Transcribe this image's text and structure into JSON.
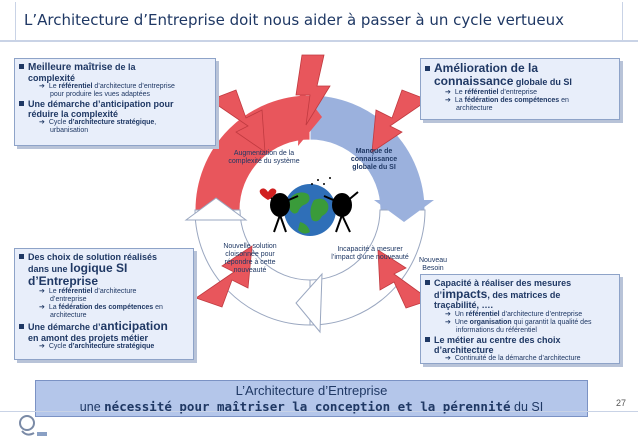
{
  "title": "L’Architecture d’Entreprise doit nous aider à passer à un cycle vertueux",
  "box_top_left": {
    "items": [
      {
        "head_bold": "Meilleure maîtrise",
        "head_rest": " de la",
        "line2": "complexité",
        "subs": [
          {
            "pre": "Le ",
            "bold": "référentiel",
            "post": " d’architecture d’entreprise",
            "line2": "pour produire les vues adaptées"
          }
        ]
      },
      {
        "head_bold": "Une démarche d’anticipation pour",
        "line2": "réduire la complexité",
        "subs": [
          {
            "pre": "Cycle ",
            "bold": "d’architecture stratégique",
            "post": ",",
            "line2": "urbanisation"
          }
        ]
      }
    ]
  },
  "box_top_right": {
    "head_bold": "Amélioration de la",
    "line2_bold": "connaissance",
    "line2_rest": " globale du SI",
    "subs": [
      {
        "pre": "Le ",
        "bold": "référentiel",
        "post": " d’entreprise",
        "line2": ""
      },
      {
        "pre": "La ",
        "bold": "fédération des compétences",
        "post": " en",
        "line2": "architecture"
      }
    ]
  },
  "box_bottom_left": {
    "item1_line1": "Des choix de solution réalisés",
    "item1_line2_pre": "dans une ",
    "item1_line2_big": "logique SI",
    "item1_line3_big": "d’Entreprise",
    "item1_subs": [
      {
        "pre": "Le ",
        "bold": "référentiel",
        "post": " d’architecture",
        "line2": "d’entreprise"
      },
      {
        "pre": "La ",
        "bold": "fédération des compétences",
        "post": " en",
        "line2": "architecture"
      }
    ],
    "item2_pre": "Une démarche d’",
    "item2_big": "anticipation",
    "item2_line2": "en amont des projets métier",
    "item2_sub": {
      "pre": "Cycle ",
      "bold": "d’architecture stratégique"
    }
  },
  "box_bottom_right": {
    "item1_line1": "Capacité à réaliser des mesures",
    "item1_line2_pre": "d’",
    "item1_line2_big": "impacts",
    "item1_line2_post": ", des matrices de",
    "item1_line3": "traçabilité, ….",
    "item1_subs": [
      {
        "pre": "Un ",
        "bold": "référentiel",
        "post": " d’architecture d’entreprise",
        "line2": ""
      },
      {
        "pre": "Une ",
        "bold": "organisation",
        "post": " qui garantit la qualité des",
        "line2": "informations du référentiel"
      }
    ],
    "item2_line1": "Le métier au centre des choix",
    "item2_line2": "d’architecture",
    "item2_sub": {
      "pre": "Continuité de la démarche d’architecture"
    }
  },
  "cycle_labels": {
    "top_left": "Augmentation de la complexité du système",
    "top_right": "Manque de connaissance globale du SI",
    "bottom_left": "Nouvelle solution cloisonnée pour répondre à cette nouveauté",
    "bottom_right": "Incapacité à mesurer l’impact d’une nouveauté",
    "right_note": "Nouveau Besoin"
  },
  "footer": {
    "line1": "L’Architecture d’Entreprise",
    "line2_pre": "une ",
    "line2_bold": "nécessité pour maîtriser la conception et la pérennité",
    "line2_post": " du SI"
  },
  "page_number": "27",
  "colors": {
    "accent": "#1f3864",
    "box_fill": "#e8eefa",
    "red_arrow": "#e8565c",
    "blue_segment": "#9bb1dd",
    "footer_fill": "#b4c6ea"
  },
  "icons": [
    "globe-icon",
    "figures-icon",
    "lightning-arrow-icon",
    "logo-icon"
  ]
}
